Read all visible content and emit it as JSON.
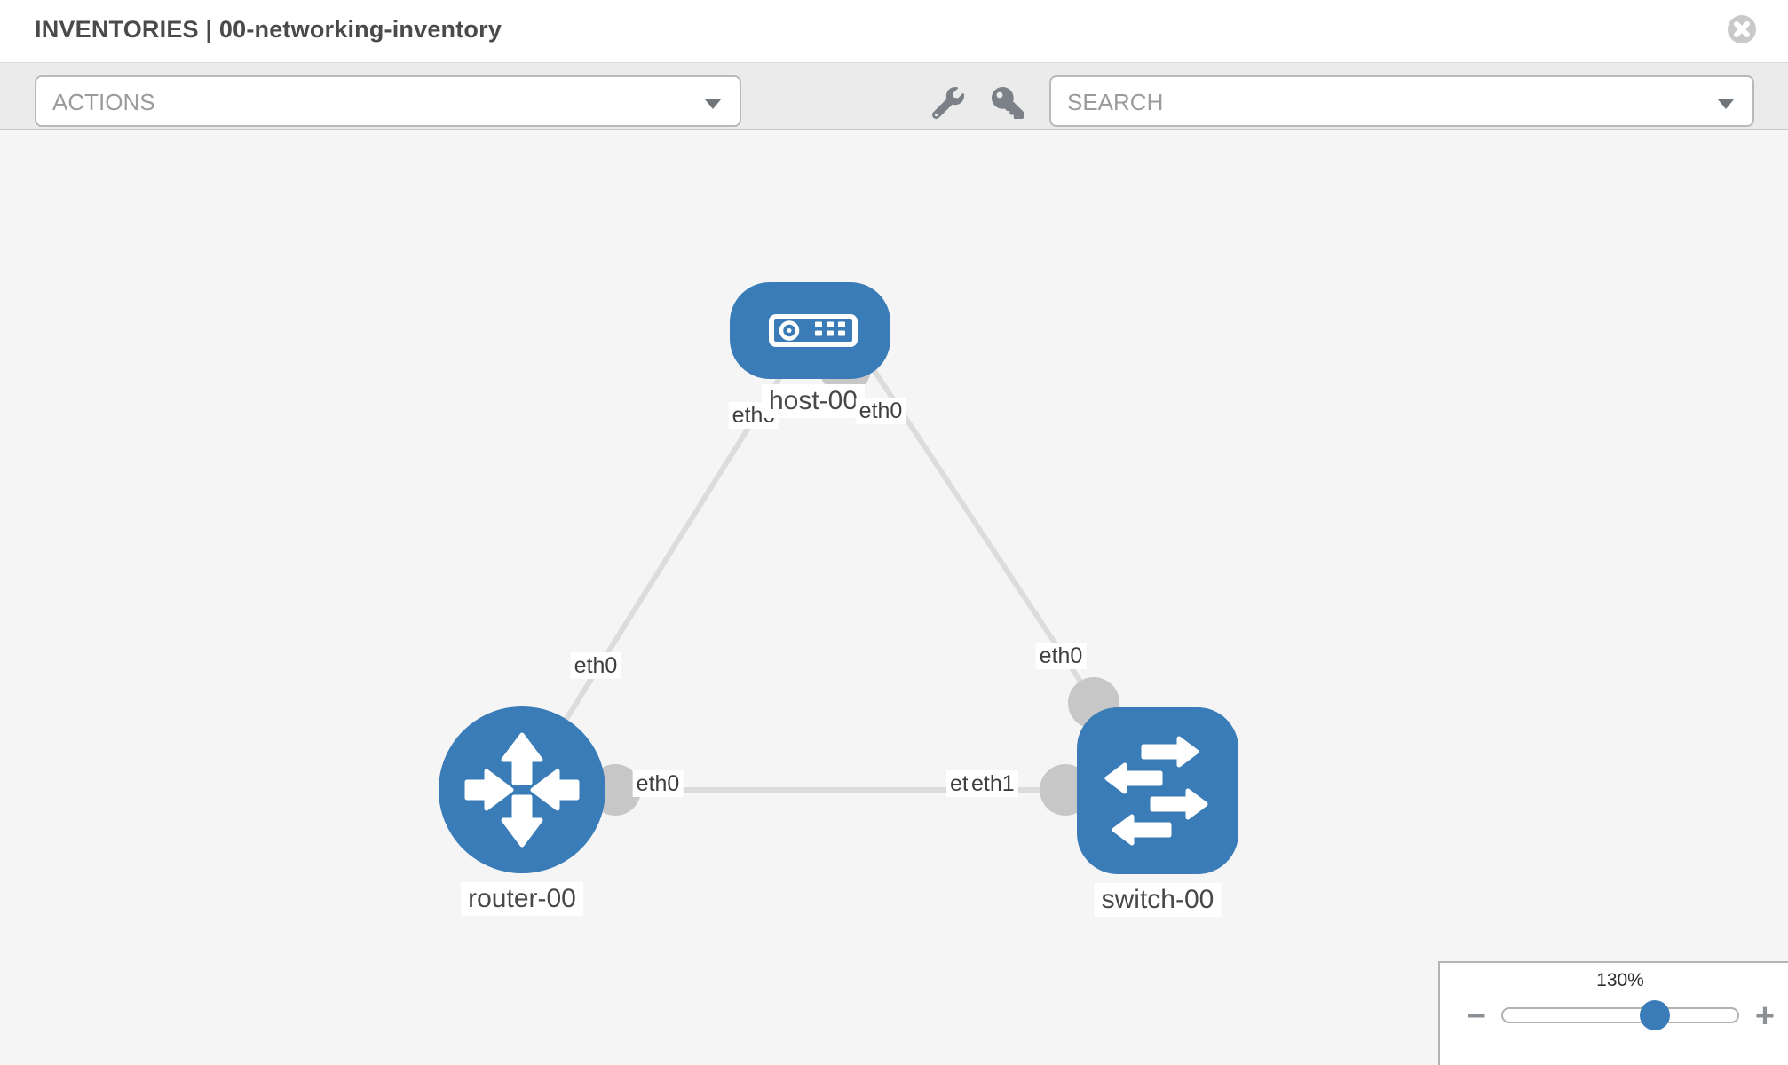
{
  "header": {
    "title": "INVENTORIES | 00-networking-inventory"
  },
  "toolbar": {
    "actions_placeholder": "ACTIONS",
    "search_placeholder": "SEARCH"
  },
  "topology": {
    "nodes": [
      {
        "label": "host-00",
        "type": "host"
      },
      {
        "label": "router-00",
        "type": "router"
      },
      {
        "label": "switch-00",
        "type": "switch"
      }
    ],
    "links": [
      {
        "source": "host-00",
        "source_interface": "eth0",
        "target": "router-00",
        "target_interface": "eth0"
      },
      {
        "source": "host-00",
        "source_interface": "eth0",
        "target": "switch-00",
        "target_interface": "eth0"
      },
      {
        "source": "router-00",
        "source_interface": "eth0",
        "target": "switch-00",
        "target_interface": "eth1",
        "overlapped_label": "eth0"
      }
    ]
  },
  "zoom_control": {
    "level": "130%",
    "minus_label": "−",
    "plus_label": "+"
  },
  "colors": {
    "node_blue": "#3a7cb8",
    "link_gray": "#dcdcdc",
    "connector_gray": "#c7c7c7",
    "canvas_bg": "#f5f5f5",
    "toolbar_bg": "#ebebeb"
  }
}
